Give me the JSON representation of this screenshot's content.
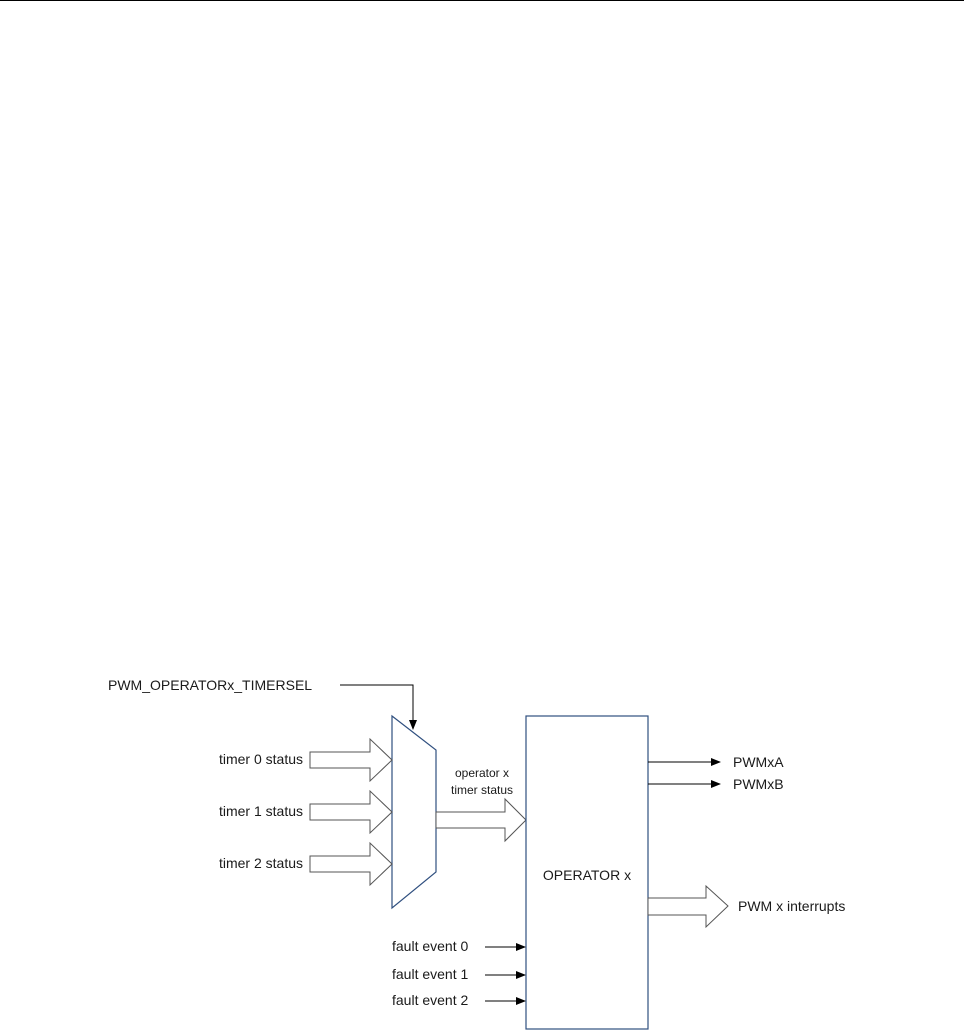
{
  "diagram": {
    "select_signal": "PWM_OPERATORx_TIMERSEL",
    "timer_inputs": [
      "timer 0 status",
      "timer 1 status",
      "timer 2 status"
    ],
    "mux_output": [
      "operator x",
      "timer status"
    ],
    "operator_block": "OPERATOR x",
    "fault_inputs": [
      "fault event 0",
      "fault event 1",
      "fault event 2"
    ],
    "outputs": [
      "PWMxA",
      "PWMxB"
    ],
    "interrupt_output": "PWM x interrupts",
    "colors": {
      "box_stroke": "#2f4f7f",
      "line": "#000000",
      "arrow_outline": "#555555"
    }
  }
}
